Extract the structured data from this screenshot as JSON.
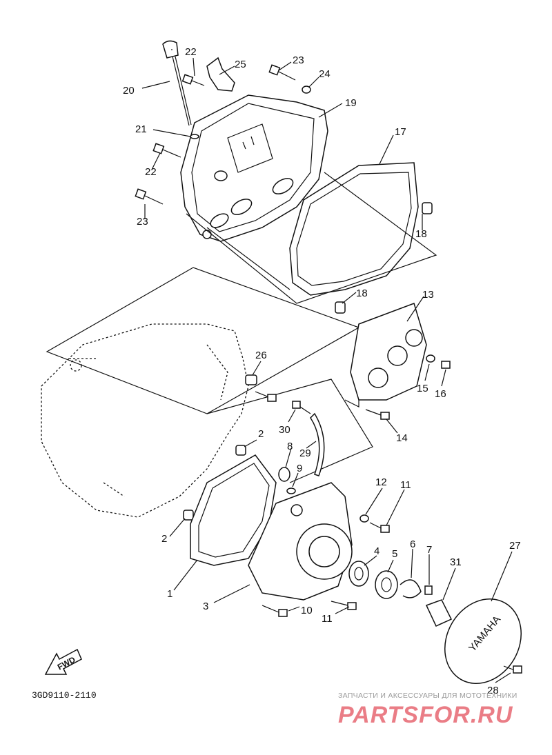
{
  "diagram_code": "3GD9110-2110",
  "fwd_label": "FWD",
  "watermark": {
    "tagline": "ЗАПЧАСТИ И АКСЕССУАРЫ ДЛЯ МОТОТЕХНИКИ",
    "brand": "PARTSFOR.RU"
  },
  "cover_brand": "YAMAHA",
  "callouts": [
    {
      "id": "c20",
      "text": "20"
    },
    {
      "id": "c22a",
      "text": "22"
    },
    {
      "id": "c25",
      "text": "25"
    },
    {
      "id": "c23a",
      "text": "23"
    },
    {
      "id": "c24",
      "text": "24"
    },
    {
      "id": "c19",
      "text": "19"
    },
    {
      "id": "c21",
      "text": "21"
    },
    {
      "id": "c17",
      "text": "17"
    },
    {
      "id": "c22b",
      "text": "22"
    },
    {
      "id": "c23b",
      "text": "23"
    },
    {
      "id": "c18a",
      "text": "18"
    },
    {
      "id": "c18b",
      "text": "18"
    },
    {
      "id": "c13",
      "text": "13"
    },
    {
      "id": "c26",
      "text": "26"
    },
    {
      "id": "c15",
      "text": "15"
    },
    {
      "id": "c16",
      "text": "16"
    },
    {
      "id": "c14",
      "text": "14"
    },
    {
      "id": "c30",
      "text": "30"
    },
    {
      "id": "c2a",
      "text": "2"
    },
    {
      "id": "c8",
      "text": "8"
    },
    {
      "id": "c29",
      "text": "29"
    },
    {
      "id": "c9",
      "text": "9"
    },
    {
      "id": "c12",
      "text": "12"
    },
    {
      "id": "c11a",
      "text": "11"
    },
    {
      "id": "c2b",
      "text": "2"
    },
    {
      "id": "c4",
      "text": "4"
    },
    {
      "id": "c5",
      "text": "5"
    },
    {
      "id": "c6",
      "text": "6"
    },
    {
      "id": "c7",
      "text": "7"
    },
    {
      "id": "c27",
      "text": "27"
    },
    {
      "id": "c31",
      "text": "31"
    },
    {
      "id": "c1",
      "text": "1"
    },
    {
      "id": "c3",
      "text": "3"
    },
    {
      "id": "c10",
      "text": "10"
    },
    {
      "id": "c11b",
      "text": "11"
    },
    {
      "id": "c28",
      "text": "28"
    }
  ]
}
